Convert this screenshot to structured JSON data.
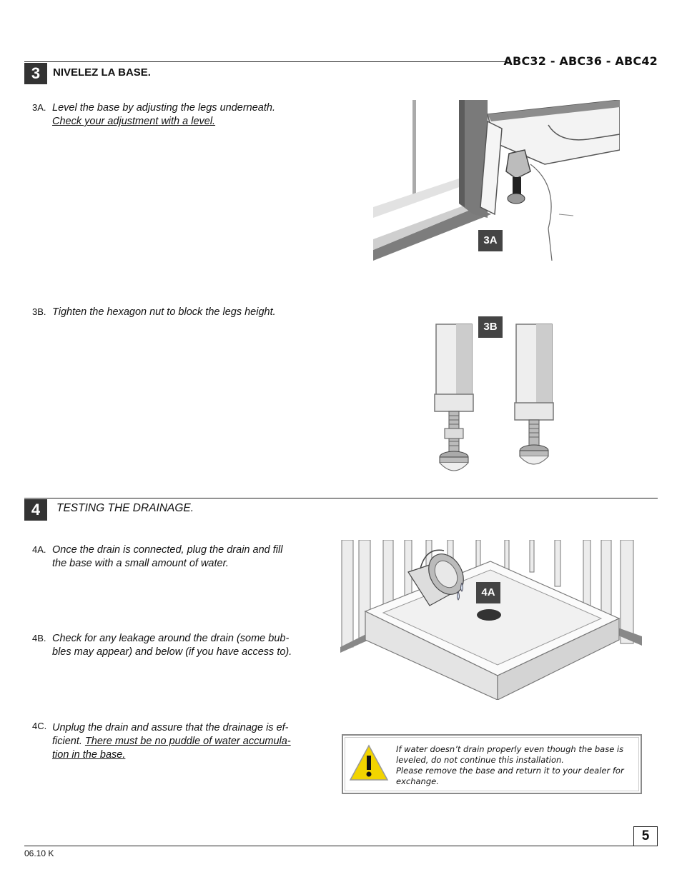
{
  "header": {
    "models": "ABC32 - ABC36 - ABC42"
  },
  "step3": {
    "number": "3",
    "title": "NIVELEZ LA BASE.",
    "items": [
      {
        "label": "3A.",
        "text_line1": "Level the base by adjusting the legs underneath.",
        "text_line2_underlined": "Check your adjustment with a level."
      },
      {
        "label": "3B.",
        "text_line1": "Tighten the hexagon nut to block the legs height."
      }
    ],
    "figure_tags": [
      "3A",
      "3B"
    ]
  },
  "step4": {
    "number": "4",
    "title": "TESTING THE DRAINAGE.",
    "items": [
      {
        "label": "4A.",
        "line1": "Once the drain is connected, plug the drain and fill",
        "line2": "the base with a small amount of water."
      },
      {
        "label": "4B.",
        "line1": "Check for any leakage around the drain (some bub-",
        "line2": "bles may appear) and below (if you have access to)."
      },
      {
        "label": "4C.",
        "line1_plain": "Unplug the drain and assure that the drainage is ef-",
        "line2_plain": "ficient. ",
        "line2_underlined": "There must be no puddle of water accumula-",
        "line3_underlined": "tion in the base."
      }
    ],
    "figure_tag": "4A"
  },
  "warning": {
    "icon": "warning-triangle-icon",
    "line1": "If water doesn’t drain properly even though the base is",
    "line2": "leveled, do not continue this installation.",
    "line3": "Please remove the base and return it to your dealer for",
    "line4": "exchange."
  },
  "footer": {
    "page_number": "5",
    "revision": "06.10 K"
  }
}
